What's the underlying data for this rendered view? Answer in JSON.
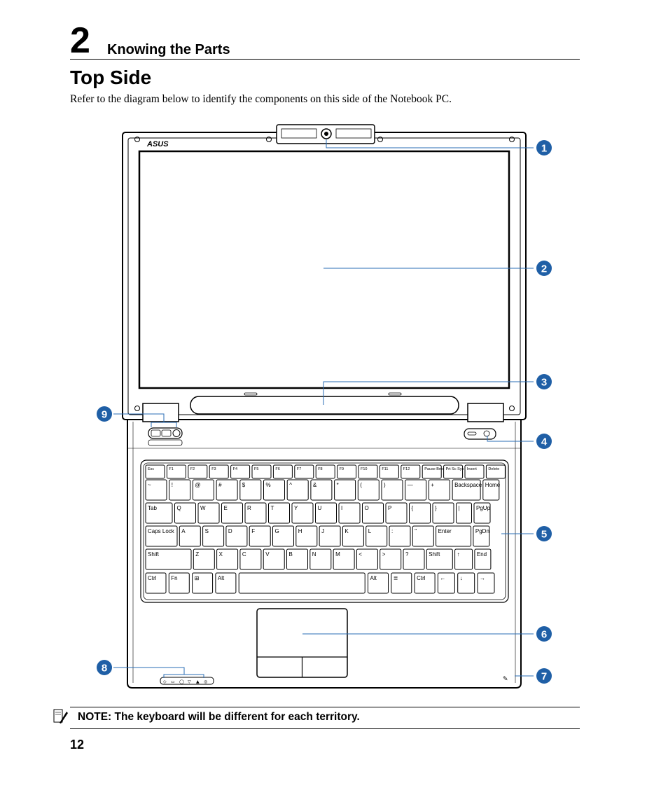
{
  "chapter": {
    "number": "2",
    "title": "Knowing the Parts"
  },
  "section": {
    "title": "Top Side"
  },
  "intro": "Refer to the diagram below to identify the components on this side of the Notebook PC.",
  "laptop": {
    "brand_logo": "ASUS",
    "callouts": [
      "1",
      "2",
      "3",
      "4",
      "5",
      "6",
      "7",
      "8",
      "9"
    ],
    "keyboard": {
      "fn_row": [
        "Esc",
        "F1",
        "F2",
        "F3",
        "F4",
        "F5",
        "F6",
        "F7",
        "F8",
        "F9",
        "F10",
        "F11",
        "F12",
        "Pause Break",
        "Prt Sc Sys Rq",
        "Insert",
        "Delete"
      ],
      "num_row": [
        "~",
        "!",
        "@",
        "#",
        "$",
        "%",
        "^",
        "&",
        "*",
        "(",
        ")",
        "—",
        "+",
        "Backspace",
        "Home"
      ],
      "top_row": [
        "Tab",
        "Q",
        "W",
        "E",
        "R",
        "T",
        "Y",
        "U",
        "I",
        "O",
        "P",
        "{",
        "}",
        "|",
        "PgUp"
      ],
      "home_row": [
        "Caps Lock",
        "A",
        "S",
        "D",
        "F",
        "G",
        "H",
        "J",
        "K",
        "L",
        ":",
        "\"",
        "Enter",
        "PgDn"
      ],
      "bottom_row": [
        "Shift",
        "Z",
        "X",
        "C",
        "V",
        "B",
        "N",
        "M",
        "<",
        ">",
        "?",
        "Shift",
        "↑",
        "End"
      ],
      "space_row": [
        "Ctrl",
        "Fn",
        "⊞",
        "Alt",
        "",
        "Alt",
        "≣",
        "Ctrl",
        "←",
        "↓",
        "→"
      ]
    }
  },
  "note": {
    "text": "NOTE: The keyboard will be different for each territory."
  },
  "page_number": "12",
  "colors": {
    "callout_blue": "#1f5fa6",
    "line_blue": "#2a6db5"
  }
}
